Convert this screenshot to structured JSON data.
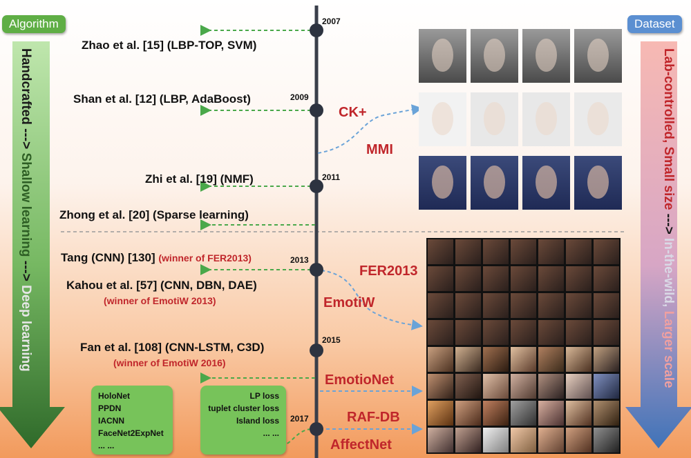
{
  "tags": {
    "algorithm": "Algorithm",
    "dataset": "Dataset"
  },
  "left_axis": {
    "handcrafted": "Handcrafted",
    "arrow1": " ---> ",
    "shallow": "Shallow learning",
    "arrow2": " ---> ",
    "deep": "Deep learning"
  },
  "right_axis": {
    "lab": "Lab-controlled, Small size",
    "arrow": " ---> ",
    "wild": "In-the-wild, ",
    "larger": "Larger scale"
  },
  "years": [
    "2007",
    "2009",
    "2011",
    "2013",
    "2015",
    "2017"
  ],
  "publications": [
    {
      "text": "Zhao et al. [15] (LBP-TOP, SVM)"
    },
    {
      "text": "Shan et al. [12] (LBP, AdaBoost)"
    },
    {
      "text": "Zhi et al. [19] (NMF)"
    },
    {
      "text": "Zhong et al. [20] (Sparse learning)"
    },
    {
      "text": "Tang (CNN) [130]",
      "note": "(winner of FER2013)"
    },
    {
      "text": "Kahou et al. [57] (CNN, DBN, DAE)",
      "note": "(winner of EmotiW 2013)"
    },
    {
      "text": "Fan et al. [108] (CNN-LSTM, C3D)",
      "note": "(winner of EmotiW 2016)"
    }
  ],
  "datasets": [
    "CK+",
    "MMI",
    "FER2013",
    "EmotiW",
    "EmotioNet",
    "RAF-DB",
    "AffectNet"
  ],
  "box_networks": [
    "HoloNet",
    "PPDN",
    "IACNN",
    "FaceNet2ExpNet",
    "... ..."
  ],
  "box_losses": [
    "LP loss",
    "tuplet cluster loss",
    "Island loss",
    "... ..."
  ],
  "colors": {
    "timeline": "#3a3f4a",
    "accent_red": "#c0262b",
    "green_arrow": "#4aa84a",
    "blue_arrow": "#6aa3d8"
  }
}
